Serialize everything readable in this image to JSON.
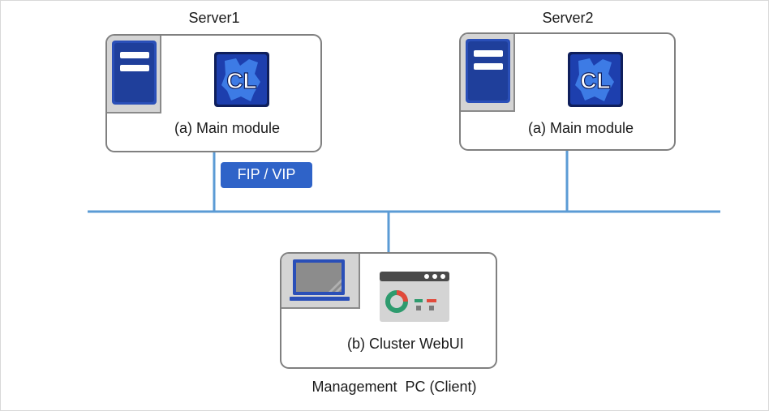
{
  "colors": {
    "network_line": "#5b9bd5",
    "box_border": "#808080",
    "badge_bg": "#2f63c8",
    "server_blue": "#1f3f9b",
    "cl_logo_bg": "#1d3fae"
  },
  "server1": {
    "title": "Server1",
    "module_label": "(a) Main module",
    "tile_icon": "server-icon",
    "logo_icon": "cl-logo-icon",
    "logo_text": "CL"
  },
  "server2": {
    "title": "Server2",
    "module_label": "(a) Main module",
    "tile_icon": "server-icon",
    "logo_icon": "cl-logo-icon",
    "logo_text": "CL"
  },
  "fip_badge": {
    "label": "FIP / VIP"
  },
  "client": {
    "tile_icon": "laptop-icon",
    "app_icon": "webui-window-icon",
    "module_label": "(b) Cluster WebUI",
    "caption": "Management  PC (Client)"
  }
}
